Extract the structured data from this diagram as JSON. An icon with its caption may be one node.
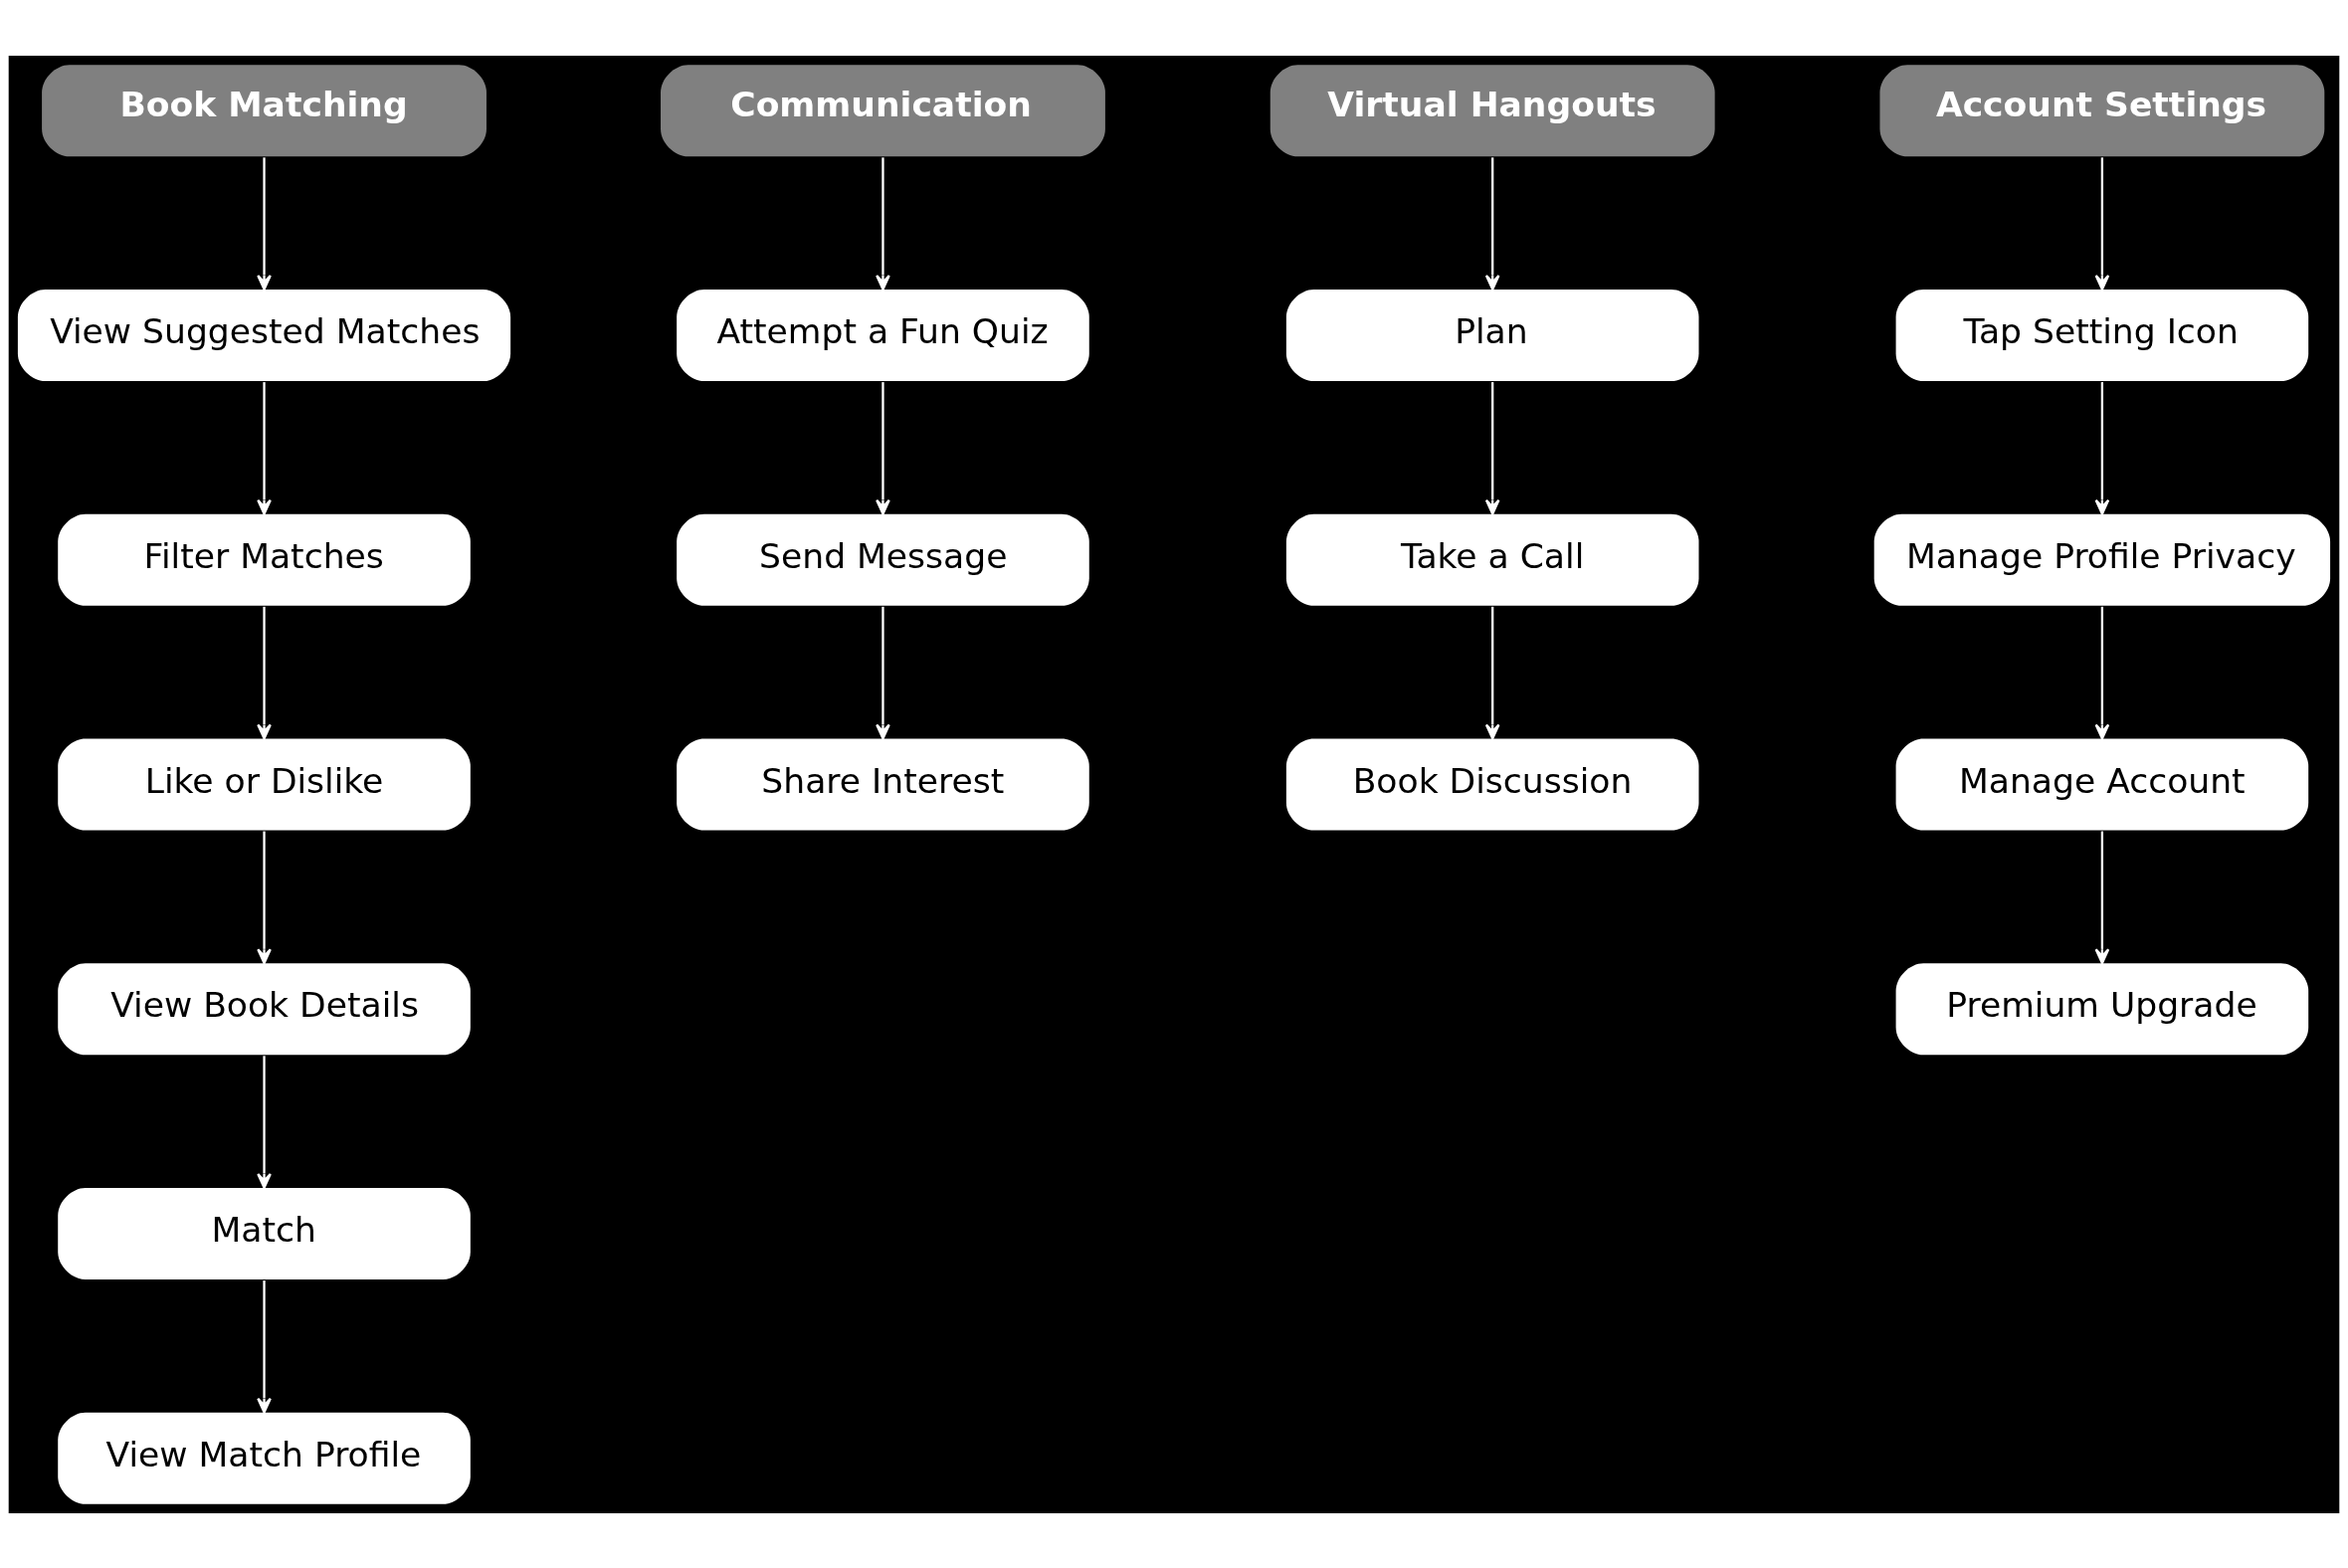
{
  "diagram": {
    "nodes": [
      {
        "text": [
          "Book Matching"
        ]
      },
      {
        "text": [
          "View Suggested Matches"
        ]
      },
      {
        "text": [
          "Filter Matches"
        ]
      },
      {
        "text": [
          "Like or Dislike"
        ]
      },
      {
        "text": [
          "View Book Details"
        ]
      },
      {
        "text": [
          "Match"
        ]
      },
      {
        "text": [
          "View Match Profile"
        ]
      },
      {
        "text": [
          "Communication"
        ]
      },
      {
        "text": [
          "Attempt a Fun Quiz"
        ]
      },
      {
        "text": [
          "Send Message"
        ]
      },
      {
        "text": [
          "Share Interest"
        ]
      },
      {
        "text": [
          "Virtual Hangouts"
        ]
      },
      {
        "text": [
          "Plan"
        ]
      },
      {
        "text": [
          "Take a Call"
        ]
      },
      {
        "text": [
          "Book Discussion"
        ]
      },
      {
        "text": [
          "Account Settings"
        ]
      },
      {
        "text": [
          "Tap Setting Icon"
        ]
      },
      {
        "text": [
          "Manage Profile Privacy"
        ]
      },
      {
        "text": [
          "Manage Account"
        ]
      },
      {
        "text": [
          "Premium Upgrade"
        ]
      }
    ],
    "edges": [
      {
        "from": 0,
        "to": 1,
        "arrow": "to"
      },
      {
        "from": 1,
        "to": 2,
        "arrow": "to"
      },
      {
        "from": 2,
        "to": 3,
        "arrow": "to"
      },
      {
        "from": 3,
        "to": 4,
        "arrow": "to"
      },
      {
        "from": 4,
        "to": 5,
        "arrow": "to"
      },
      {
        "from": 5,
        "to": 6,
        "arrow": "to"
      },
      {
        "from": 7,
        "to": 8,
        "arrow": "to"
      },
      {
        "from": 8,
        "to": 9,
        "arrow": "to"
      },
      {
        "from": 9,
        "to": 10,
        "arrow": "to"
      },
      {
        "from": 11,
        "to": 12,
        "arrow": "to"
      },
      {
        "from": 12,
        "to": 13,
        "arrow": "to"
      },
      {
        "from": 13,
        "to": 14,
        "arrow": "to"
      },
      {
        "from": 15,
        "to": 16,
        "arrow": "to"
      },
      {
        "from": 16,
        "to": 17,
        "arrow": "to"
      },
      {
        "from": 17,
        "to": 18,
        "arrow": "to"
      },
      {
        "from": 18,
        "to": 19,
        "arrow": "to"
      }
    ]
  }
}
